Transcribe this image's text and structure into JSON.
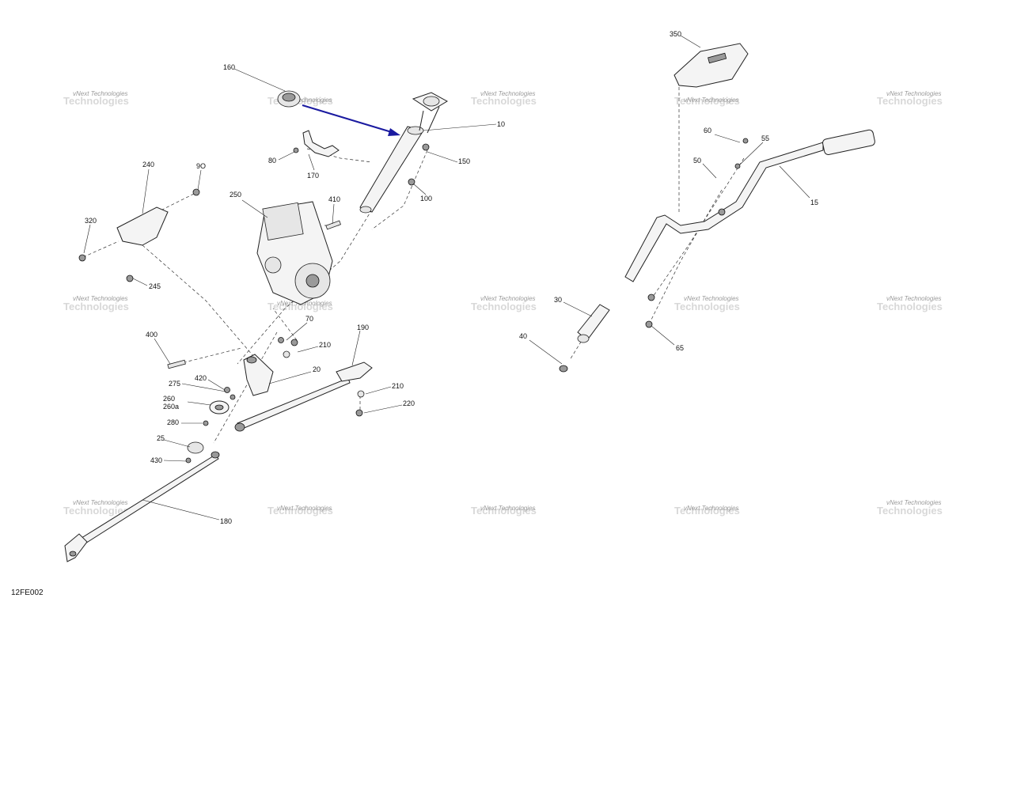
{
  "figure_code": "12FE002",
  "watermark": {
    "line1": "vNext Technologies",
    "line2": "Technologies"
  },
  "callouts": {
    "c350": "350",
    "c160": "160",
    "c10": "10",
    "c80": "80",
    "c170": "170",
    "c150": "150",
    "c240": "240",
    "c90": "9O",
    "c250": "250",
    "c410": "410",
    "c100": "100",
    "c320": "320",
    "c245": "245",
    "c60": "60",
    "c55": "55",
    "c50": "50",
    "c15": "15",
    "c30": "30",
    "c40": "40",
    "c65": "65",
    "c70": "70",
    "c400": "400",
    "c190": "190",
    "c210a": "210",
    "c20": "20",
    "c420": "420",
    "c275": "275",
    "c260": "260",
    "c260a": "260a",
    "c210b": "210",
    "c220": "220",
    "c280": "280",
    "c25": "25",
    "c430": "430",
    "c180": "180"
  },
  "colors": {
    "arrow": "#1a1aa0",
    "line": "#222222",
    "watermark": "#9a9a9a"
  }
}
